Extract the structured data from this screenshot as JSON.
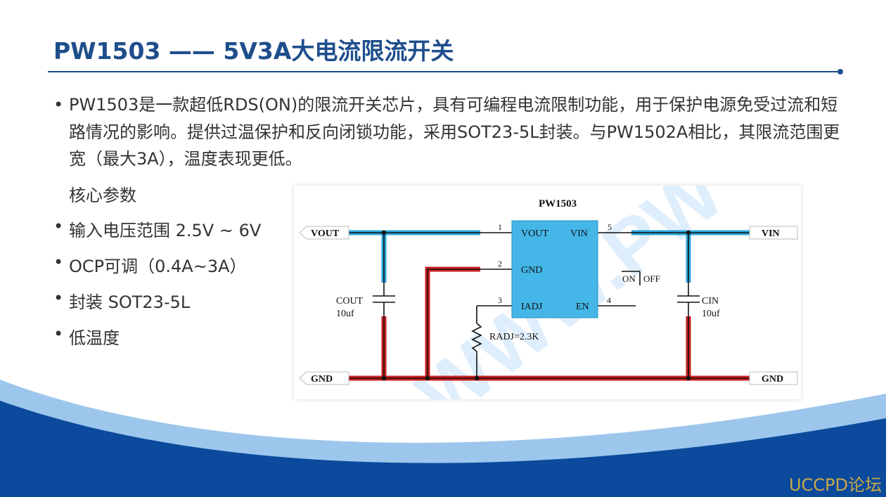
{
  "slide": {
    "title": "PW1503 —— 5V3A大电流限流开关",
    "intro": "PW1503是一款超低RDS(ON)的限流开关芯片，具有可编程电流限制功能，用于保护电源免受过流和短路情况的影响。提供过温保护和反向闭锁功能，采用SOT23-5L封装。与PW1502A相比，其限流范围更宽（最大3A），温度表现更低。",
    "section_label": "核心参数",
    "params": [
      "输入电压范围 2.5V ~ 6V",
      "OCP可调（0.4A~3A）",
      "封装   SOT23-5L",
      "低温度"
    ],
    "bullet_glyph": "•"
  },
  "schematic": {
    "chip_title": "PW1503",
    "pins": {
      "vout": "VOUT",
      "vin": "VIN",
      "gnd": "GND",
      "iadj": "IADJ",
      "en": "EN",
      "n1": "1",
      "n2": "2",
      "n3": "3",
      "n4": "4",
      "n5": "5"
    },
    "terminals": {
      "vout": "VOUT",
      "vin": "VIN",
      "gnd_left": "GND",
      "gnd_right": "GND"
    },
    "cout_name": "COUT",
    "cout_value": "10uf",
    "cin_name": "CIN",
    "cin_value": "10uf",
    "radj": "RADJ=2.3K",
    "switch_on": "ON",
    "switch_off": "OFF",
    "watermark": "WWW.PW",
    "colors": {
      "chip_fill": "#45b6e8",
      "power_trace": "#2aa6d9",
      "gnd_trace": "#cc1f1f",
      "wire": "#111111"
    }
  },
  "footer": {
    "brand": "UCCPD论坛",
    "colors": {
      "wave_dark": "#0b4a9c",
      "wave_light": "#9cc6ec"
    }
  }
}
